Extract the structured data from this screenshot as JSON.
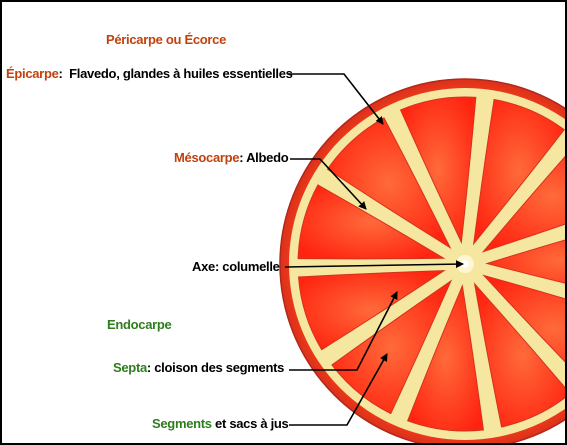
{
  "colors": {
    "pericarp": "#c2410c",
    "endocarp": "#2e7d1f",
    "text": "#000000",
    "rind": "#e03a1e",
    "albedo": "#f6e7a0",
    "pulp": "#ff2a12"
  },
  "header": {
    "title": "Péricarpe ou Écorce"
  },
  "labels": {
    "epicarp": {
      "term": "Épicarpe",
      "sep": ":",
      "desc": "  Flavedo, glandes à huiles essentielles"
    },
    "mesocarp": {
      "term": "Mésocarpe",
      "sep": ":",
      "desc": " Albedo"
    },
    "axis": {
      "term": "Axe:",
      "desc": " columelle"
    },
    "endocarp": {
      "term": "Endocarpe"
    },
    "septa": {
      "term": "Septa",
      "sep": ":",
      "desc": " cloison des segments"
    },
    "segments": {
      "term": "Segments",
      "desc": " et sacs à jus"
    }
  },
  "fruit": {
    "segment_count": 11
  }
}
